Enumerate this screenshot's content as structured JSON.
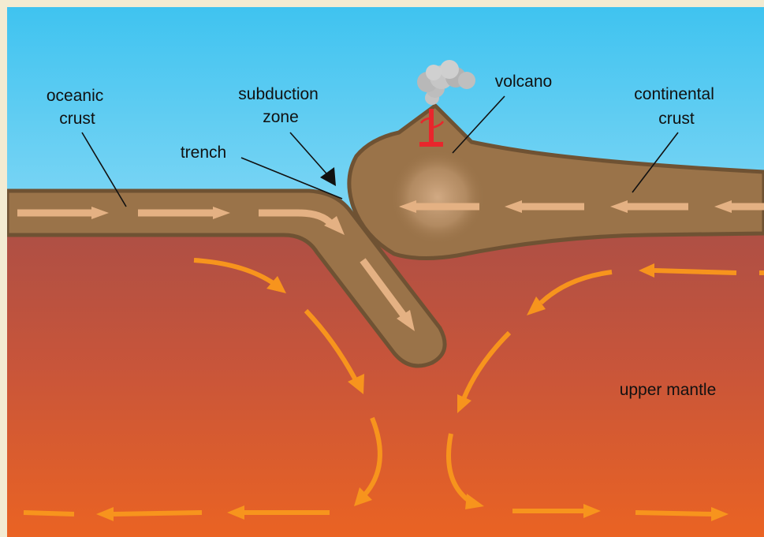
{
  "labels": {
    "oceanic_crust": [
      "oceanic",
      "crust"
    ],
    "subduction_zone": [
      "subduction",
      "zone"
    ],
    "trench": "trench",
    "volcano": "volcano",
    "continental_crust": [
      "continental",
      "crust"
    ],
    "upper_mantle": "upper mantle"
  },
  "colors": {
    "frame_border": "#f3ebd2",
    "sky_top": "#3fc3f0",
    "sky_bottom": "#dff3fb",
    "crust_fill": "#9a7349",
    "crust_edge": "#6f5233",
    "mantle_top": "#ad4f45",
    "mantle_bottom": "#ea6323",
    "crust_arrows": "#e4b183",
    "mantle_arrows": "#f7941d",
    "magma": "#e8262c",
    "smoke": "#bdbdbd"
  }
}
